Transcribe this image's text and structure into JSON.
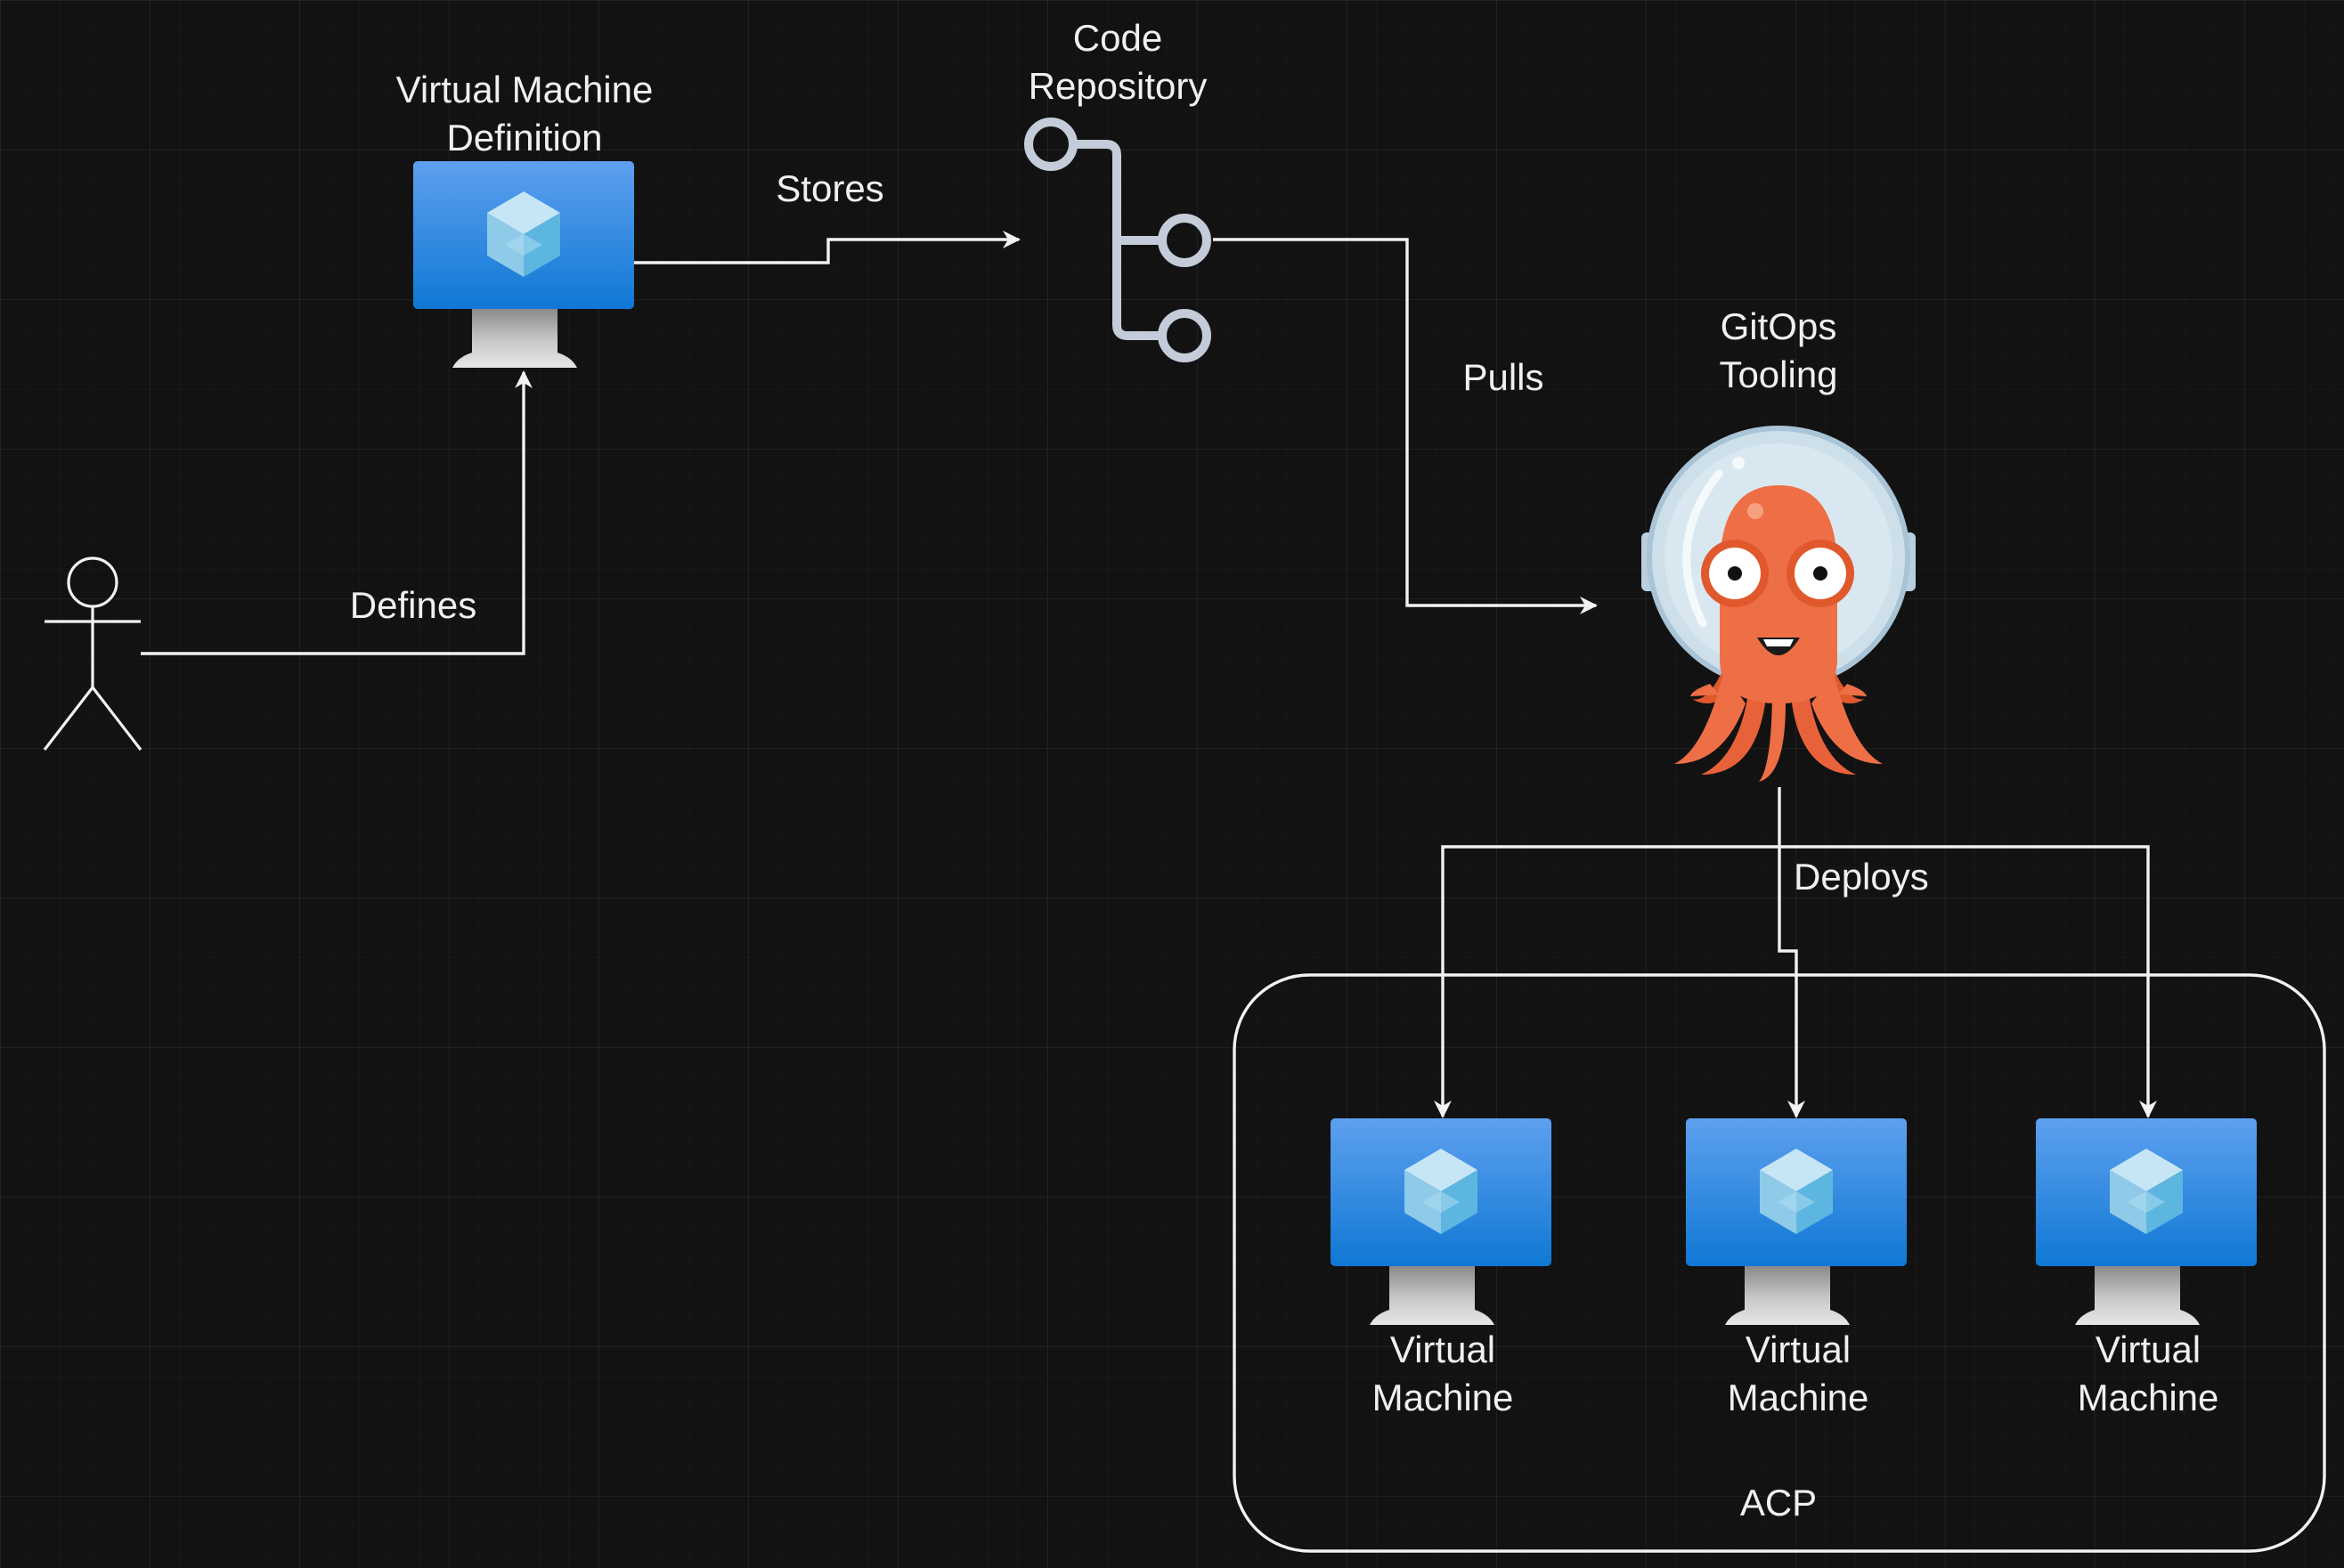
{
  "nodes": {
    "vm_definition": {
      "label_line1": "Virtual Machine",
      "label_line2": "Definition",
      "icon": "virtual-machine-icon"
    },
    "code_repository": {
      "label_line1": "Code",
      "label_line2": "Repository",
      "icon": "git-branch-icon"
    },
    "gitops_tooling": {
      "label_line1": "GitOps",
      "label_line2": "Tooling",
      "icon": "argo-octopus-icon"
    },
    "user": {
      "icon": "stick-figure-icon"
    },
    "vm_1": {
      "label_line1": "Virtual",
      "label_line2": "Machine",
      "icon": "virtual-machine-icon"
    },
    "vm_2": {
      "label_line1": "Virtual",
      "label_line2": "Machine",
      "icon": "virtual-machine-icon"
    },
    "vm_3": {
      "label_line1": "Virtual",
      "label_line2": "Machine",
      "icon": "virtual-machine-icon"
    },
    "acp_group": {
      "label": "ACP"
    }
  },
  "edges": {
    "defines": "Defines",
    "stores": "Stores",
    "pulls": "Pulls",
    "deploys": "Deploys"
  },
  "colors": {
    "background": "#121212",
    "line": "#f2f2f2",
    "vm_screen_top": "#5ea0ef",
    "vm_screen_bottom": "#0f78d4",
    "repo_icon": "#c3ccd8",
    "octopus": "#ee6f45"
  }
}
